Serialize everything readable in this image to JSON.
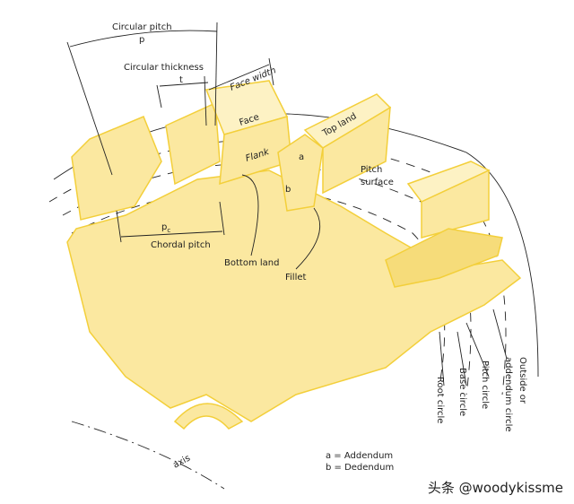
{
  "labels": {
    "circular_pitch": "Circular pitch",
    "p": "p",
    "circular_thickness": "Circular thickness",
    "t": "t",
    "face_width": "Face width",
    "face": "Face",
    "flank": "Flank",
    "top_land": "Top land",
    "a": "a",
    "b": "b",
    "pitch_surface_1": "Pitch",
    "pitch_surface_2": "surface",
    "pc": "p",
    "pc_sub": "c",
    "chordal_pitch": "Chordal pitch",
    "bottom_land": "Bottom land",
    "fillet": "Fillet",
    "root_circle": "Root circle",
    "base_circle": "Base circle",
    "pitch_circle": "Pitch circle",
    "outside_1": "Outside or",
    "outside_2": "addendum circle",
    "axis": "axis"
  },
  "legend": {
    "a": "a  =  Addendum",
    "b": "b  =  Dedendum"
  },
  "watermark": "头条 @woodykissme",
  "colors": {
    "gear_fill": "#fbe8a0",
    "gear_edge": "#f3cf3a",
    "top_fill": "#fdf2c4"
  }
}
